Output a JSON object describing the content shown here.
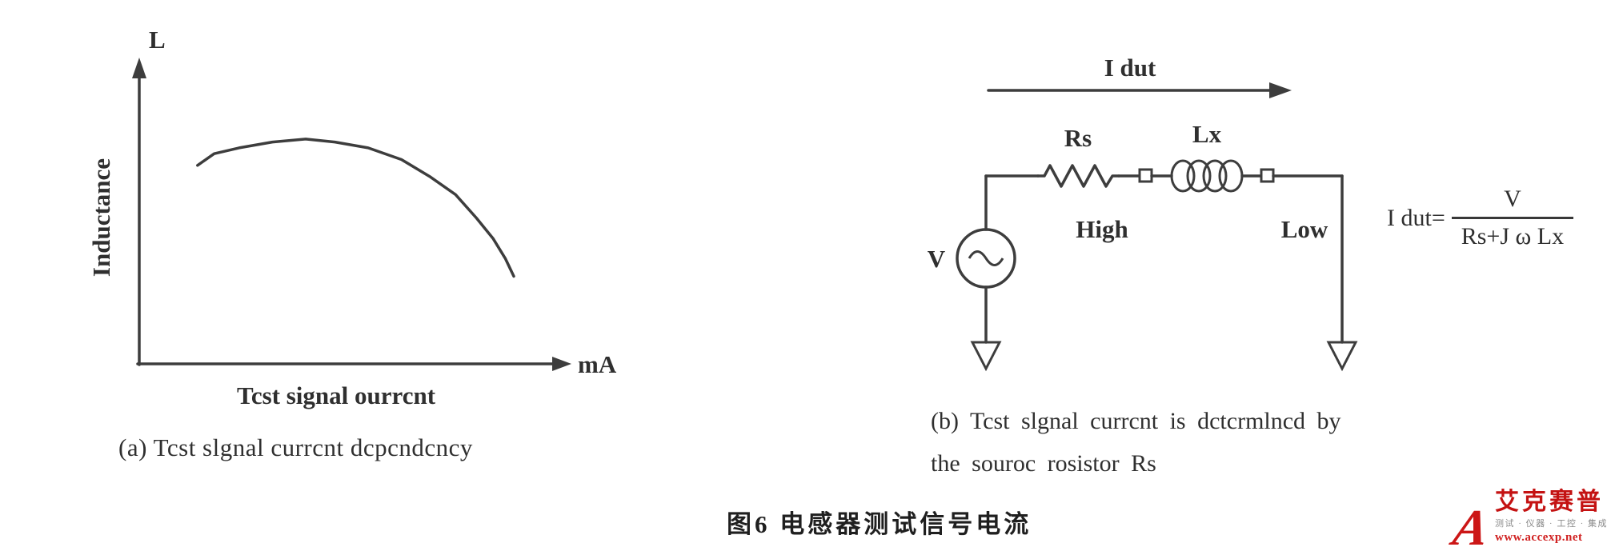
{
  "figure": {
    "left_chart": {
      "y_arrow_label": "L",
      "y_axis_label": "Inductance",
      "x_arrow_label": "mA",
      "x_axis_caption": "Tcst signal ourrcnt",
      "caption": "(a) Tcst slgnal currcnt dcpcndcncy"
    },
    "circuit": {
      "current_arrow_label": "I dut",
      "source_resistor_label": "Rs",
      "inductor_label": "Lx",
      "high_terminal_label": "High",
      "low_terminal_label": "Low",
      "voltage_source_label": "V",
      "formula_lhs": "I dut=",
      "formula_numerator": "V",
      "formula_denominator": "Rs+J ω Lx",
      "caption_line1": "(b) Tcst slgnal currcnt is dctcrmlncd by",
      "caption_line2": "the souroc rosistor Rs"
    },
    "figure_caption": "图6  电感器测试信号电流",
    "logo": {
      "mark": "A",
      "brand": "艾克赛普",
      "tagline": "测试 · 仪器 · 工控 · 集成",
      "url": "www.accexp.net"
    }
  },
  "chart_data": {
    "type": "line",
    "title": "(a) Tcst slgnal currcnt dcpcndcncy",
    "xlabel": "Tcst signal ourrcnt (mA)",
    "ylabel": "Inductance (L)",
    "grid": false,
    "axis_ranges": {
      "x_normalized": [
        0,
        1
      ],
      "y_normalized": [
        0,
        1
      ]
    },
    "note": "Unlabeled axes; curve digitized as normalized fractions of axis length. Inductance plateaus then rolls off at high test current.",
    "x": [
      0.14,
      0.18,
      0.24,
      0.32,
      0.4,
      0.47,
      0.55,
      0.63,
      0.7,
      0.76,
      0.81,
      0.85,
      0.88,
      0.9
    ],
    "y": [
      0.68,
      0.72,
      0.74,
      0.76,
      0.77,
      0.76,
      0.74,
      0.7,
      0.64,
      0.58,
      0.5,
      0.43,
      0.36,
      0.3
    ]
  }
}
